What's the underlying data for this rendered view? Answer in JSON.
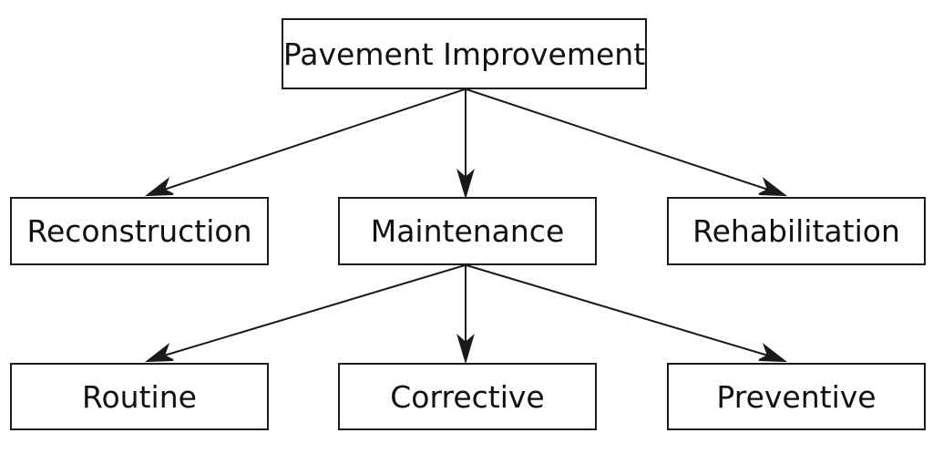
{
  "diagram": {
    "root": {
      "label": "Pavement Improvement"
    },
    "level1": {
      "reconstruction": {
        "label": "Reconstruction"
      },
      "maintenance": {
        "label": "Maintenance"
      },
      "rehabilitation": {
        "label": "Rehabilitation"
      }
    },
    "level2": {
      "routine": {
        "label": "Routine"
      },
      "corrective": {
        "label": "Corrective"
      },
      "preventive": {
        "label": "Preventive"
      }
    },
    "edges": [
      {
        "from": "Pavement Improvement",
        "to": "Reconstruction"
      },
      {
        "from": "Pavement Improvement",
        "to": "Maintenance"
      },
      {
        "from": "Pavement Improvement",
        "to": "Rehabilitation"
      },
      {
        "from": "Maintenance",
        "to": "Routine"
      },
      {
        "from": "Maintenance",
        "to": "Corrective"
      },
      {
        "from": "Maintenance",
        "to": "Preventive"
      }
    ],
    "line_color": "#1a1a1a"
  }
}
